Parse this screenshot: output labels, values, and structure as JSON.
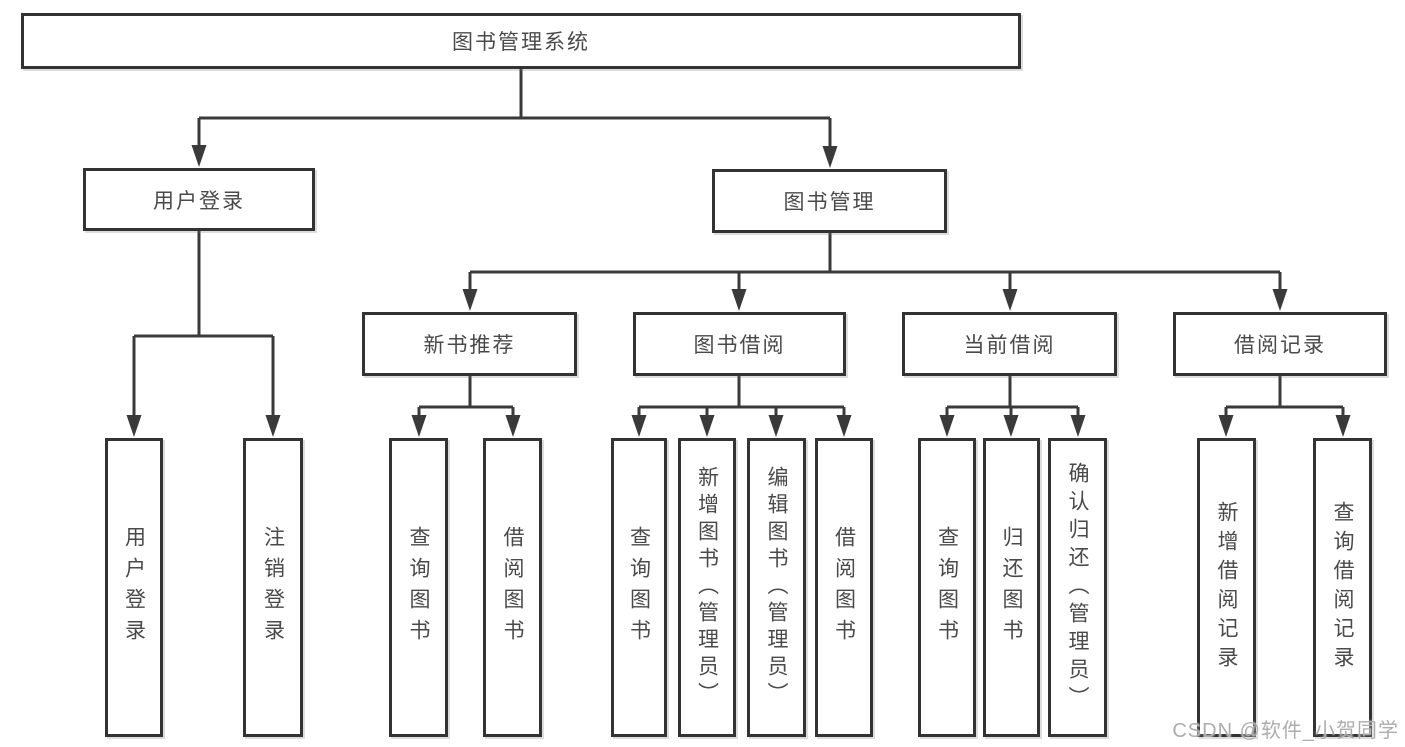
{
  "diagram": {
    "root": {
      "label": "图书管理系统"
    },
    "level2": {
      "user_login": {
        "label": "用户登录"
      },
      "book_management": {
        "label": "图书管理"
      }
    },
    "level3": {
      "new_book_recommendation": {
        "label": "新书推荐"
      },
      "book_borrowing": {
        "label": "图书借阅"
      },
      "current_borrowing": {
        "label": "当前借阅"
      },
      "borrowing_records": {
        "label": "借阅记录"
      }
    },
    "leaves": {
      "user_login": {
        "label": "用户登录",
        "parent": "用户登录"
      },
      "logout": {
        "label": "注销登录",
        "parent": "用户登录"
      },
      "query_books_1": {
        "label": "查询图书",
        "parent": "新书推荐"
      },
      "borrow_books_1": {
        "label": "借阅图书",
        "parent": "新书推荐"
      },
      "query_books_2": {
        "label": "查询图书",
        "parent": "图书借阅"
      },
      "add_books_admin": {
        "label": "新增图书（管理员）",
        "parent": "图书借阅"
      },
      "edit_books_admin": {
        "label": "编辑图书（管理员）",
        "parent": "图书借阅"
      },
      "borrow_books_2": {
        "label": "借阅图书",
        "parent": "图书借阅"
      },
      "query_books_3": {
        "label": "查询图书",
        "parent": "当前借阅"
      },
      "return_books": {
        "label": "归还图书",
        "parent": "当前借阅"
      },
      "confirm_return_admin": {
        "label": "确认归还（管理员）",
        "parent": "当前借阅"
      },
      "add_borrow_record": {
        "label": "新增借阅记录",
        "parent": "借阅记录"
      },
      "query_borrow_record": {
        "label": "查询借阅记录",
        "parent": "借阅记录"
      }
    },
    "colors": {
      "line": "#3a3a3a",
      "box_border": "#333333",
      "text": "#4a4a4a",
      "background": "#ffffff",
      "watermark": "#adadad"
    }
  },
  "watermark": {
    "text": "CSDN @软件_小贺同学"
  }
}
